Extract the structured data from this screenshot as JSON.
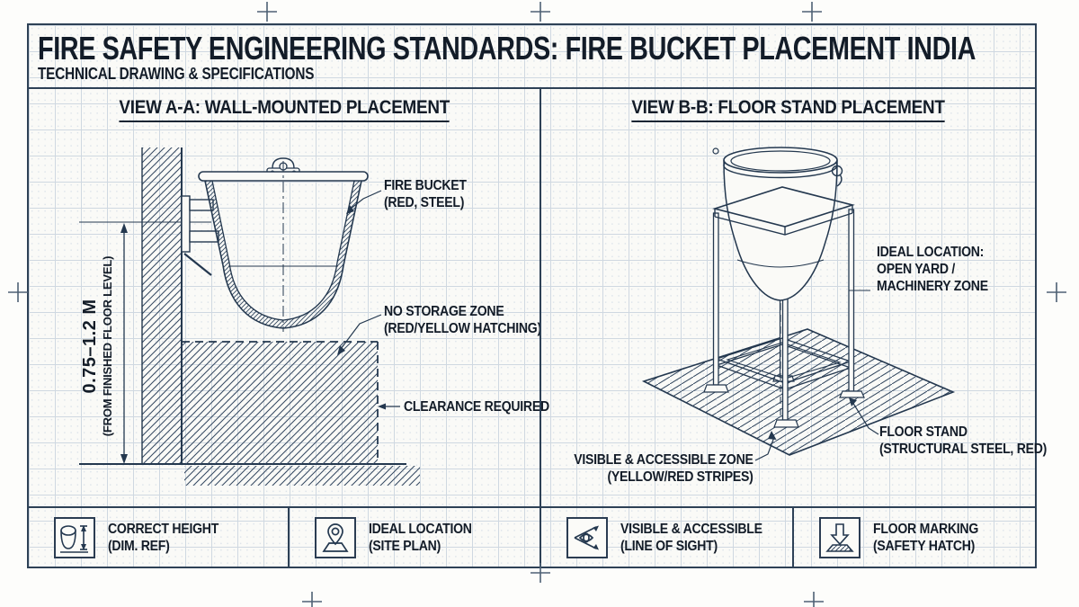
{
  "colors": {
    "ink": "#24384f",
    "text": "#131c28",
    "grid": "#cfd8e1",
    "sheet": "#fafaf7",
    "mark": "#4e6074"
  },
  "title_block": {
    "title": "FIRE SAFETY ENGINEERING STANDARDS: FIRE BUCKET PLACEMENT INDIA",
    "subtitle": "TECHNICAL DRAWING & SPECIFICATIONS"
  },
  "view_a": {
    "heading": "VIEW A-A: WALL-MOUNTED PLACEMENT",
    "dimension": {
      "value": "0.75–1.2 M",
      "reference": "(FROM FINISHED FLOOR LEVEL)"
    },
    "callouts": {
      "bucket": [
        "FIRE BUCKET",
        "(RED, STEEL)"
      ],
      "zone": [
        "NO STORAGE ZONE",
        "(RED/YELLOW HATCHING)"
      ],
      "clearance": [
        "CLEARANCE REQUIRED"
      ]
    }
  },
  "view_b": {
    "heading": "VIEW B-B: FLOOR STAND PLACEMENT",
    "callouts": {
      "location": [
        "IDEAL LOCATION:",
        "OPEN YARD /",
        "MACHINERY ZONE"
      ],
      "zone": [
        "VISIBLE & ACCESSIBLE ZONE",
        "(YELLOW/RED STRIPES)"
      ],
      "stand": [
        "FLOOR STAND",
        "(STRUCTURAL STEEL, RED)"
      ]
    }
  },
  "legend": {
    "items": [
      {
        "icon": "bucket-height-icon",
        "line1": "CORRECT HEIGHT",
        "line2": "(DIM. REF)"
      },
      {
        "icon": "location-pin-icon",
        "line1": "IDEAL LOCATION",
        "line2": "(SITE PLAN)"
      },
      {
        "icon": "eye-sight-icon",
        "line1": "VISIBLE & ACCESSIBLE",
        "line2": "(LINE OF SIGHT)"
      },
      {
        "icon": "floor-marking-icon",
        "line1": "FLOOR MARKING",
        "line2": "(SAFETY HATCH)"
      }
    ]
  }
}
